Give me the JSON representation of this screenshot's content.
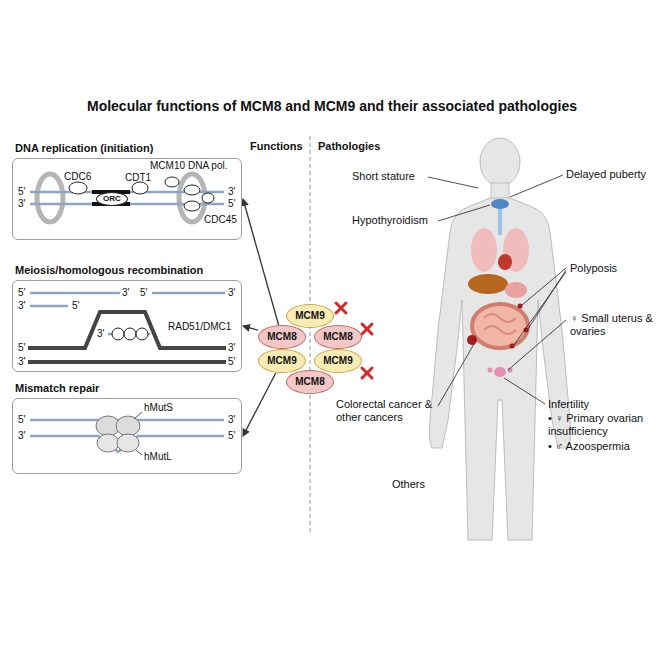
{
  "diagram": {
    "title": "Molecular functions of MCM8 and MCM9 and their associated pathologies",
    "nodes": [
      {
        "text": [
          "DNA replication (initiation)"
        ]
      },
      {
        "text": [
          "ORC"
        ],
        "in": 0
      },
      {
        "text": [
          "Meiosis/homologous recombination"
        ]
      },
      {
        "text": [
          "Mismatch repair"
        ]
      },
      {
        "text": [
          "MCM9"
        ]
      },
      {
        "text": [
          "MCM8"
        ]
      },
      {
        "text": [
          "MCM8"
        ]
      },
      {
        "text": [
          "MCM9"
        ]
      },
      {
        "text": [
          "MCM9"
        ]
      },
      {
        "text": [
          "MCM8"
        ]
      }
    ],
    "edges": [
      {
        "from": 5,
        "to": 0,
        "arrow": "to"
      },
      {
        "from": 5,
        "to": 2,
        "arrow": "to"
      },
      {
        "from": 7,
        "to": 3,
        "arrow": "to"
      }
    ],
    "labels": [
      "Functions",
      "Pathologies",
      "CDC6",
      "CDT1",
      "MCM10",
      "DNA pol.",
      "CDC45",
      "5'",
      "3'",
      "3'",
      "5'",
      "RAD51/DMC1",
      "5'",
      "3'",
      "5'",
      "3'",
      "3'",
      "5'",
      "3'",
      "5'",
      "3'",
      "3'",
      "5'",
      "hMutS",
      "hMutL",
      "5'",
      "3'",
      "3'",
      "5'",
      "Short stature",
      "Delayed puberty",
      "Hypothyroidism",
      "Polyposis",
      "♀ Small uterus & ovaries",
      "Colorectal cancer & other cancers",
      "Infertility",
      "• ♀ Primary ovarian insufficiency",
      "• ♂ Azoospermia",
      "Others"
    ]
  }
}
